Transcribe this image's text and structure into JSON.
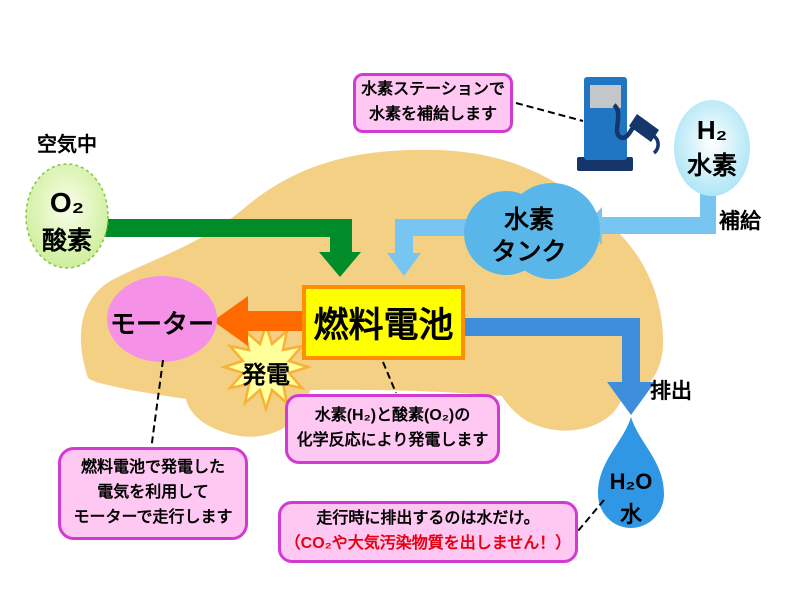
{
  "labels": {
    "air": "空気中",
    "supply": "補給",
    "emission": "排出",
    "generation": "発電"
  },
  "nodes": {
    "oxygen": {
      "formula": "O₂",
      "name": "酸素"
    },
    "hydrogen": {
      "formula": "H₂",
      "name": "水素"
    },
    "tank": {
      "line1": "水素",
      "line2": "タンク"
    },
    "fuel_cell": {
      "label": "燃料電池"
    },
    "motor": {
      "label": "モーター"
    },
    "water": {
      "formula": "H₂O",
      "name": "水"
    }
  },
  "callouts": {
    "station": {
      "line1": "水素ステーションで",
      "line2": "水素を補給します"
    },
    "reaction": {
      "line1": "水素(H₂)と酸素(O₂)の",
      "line2": "化学反応により発電します"
    },
    "motor_drive": {
      "line1": "燃料電池で発電した",
      "line2": "電気を利用して",
      "line3": "モーターで走行します"
    },
    "emission_note": {
      "line1": "走行時に排出するのは水だけ。",
      "line2": "（CO₂や大気汚染物質を出しません！）"
    }
  },
  "icons": {
    "fuel_pump": "hydrogen-station-pump"
  },
  "colors": {
    "car_body": "#F3D084",
    "oxygen_green": "#C8EC92",
    "green_arrow": "#008C28",
    "light_blue_arrow": "#76C6F1",
    "tank_blue": "#58B6E8",
    "pipe_blue": "#3E8EDC",
    "drop_blue": "#2F97E3",
    "fuel_cell_yellow": "#FFFF00",
    "fuel_cell_border": "#FF8F00",
    "orange_arrow": "#FF6A00",
    "motor_pink": "#F592E8",
    "callout_bg": "#FFC8F2",
    "callout_border": "#D23BD2",
    "starburst_yellow": "#FFFF9C",
    "warning_red": "#E60012"
  }
}
